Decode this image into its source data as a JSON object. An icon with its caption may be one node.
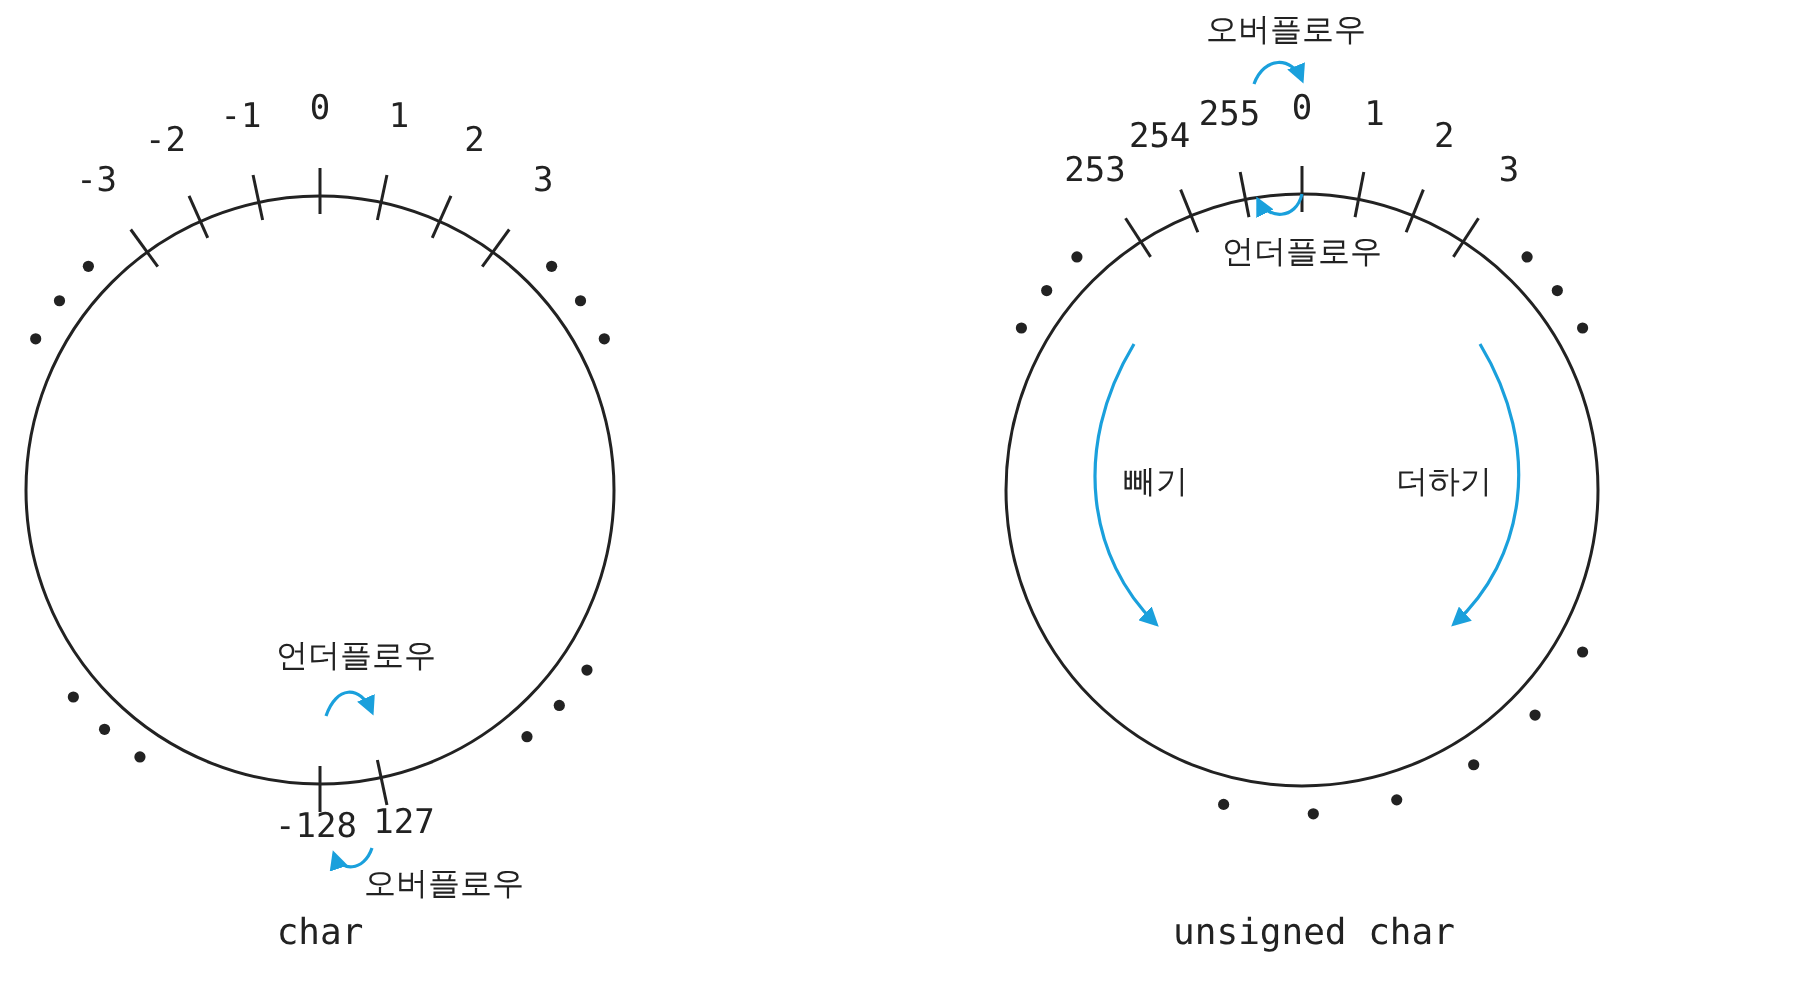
{
  "diagram": {
    "labels": [
      "-3",
      "-2",
      "-1",
      "0",
      "1",
      "2",
      "3",
      "언더플로우",
      "-128",
      "127",
      "오버플로우",
      "char",
      "오버플로우",
      "253",
      "254",
      "255",
      "0",
      "1",
      "2",
      "3",
      "언더플로우",
      "빼기",
      "더하기",
      "unsigned char"
    ]
  }
}
